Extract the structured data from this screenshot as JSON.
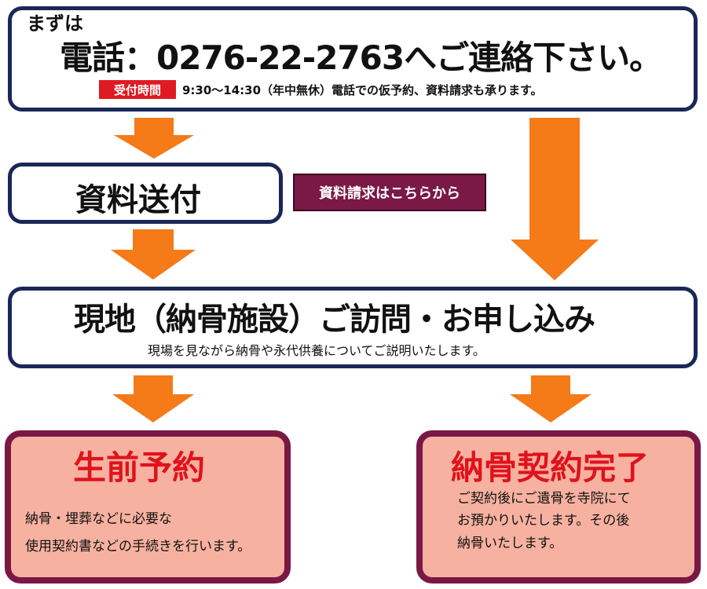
{
  "contact": {
    "lead": "まずは",
    "phone_line": "電話：0276-22-2763へご連絡下さい。",
    "hours_badge": "受付時間",
    "hours_text": "9:30～14:30（年中無休）電話での仮予約、資料請求も承ります。"
  },
  "step_materials": {
    "title": "資料送付",
    "request_button": "資料請求はこちらから"
  },
  "step_visit": {
    "title": "現地（納骨施設）ご訪問・お申し込み",
    "desc": "現場を見ながら納骨や永代供養についてご説明いたします。"
  },
  "outcome_reservation": {
    "title": "生前予約",
    "lines": [
      "納骨・埋葬などに必要な",
      "使用契約書などの手続きを行います。"
    ]
  },
  "outcome_complete": {
    "title": "納骨契約完了",
    "lines": [
      "ご契約後にご遺骨を寺院にて",
      "お預かりいたします。その後",
      "納骨いたします。"
    ]
  },
  "colors": {
    "navy_border": "#1b2757",
    "arrow_orange": "#f57a18",
    "button_maroon": "#7a1846",
    "outcome_fill": "#f7b1a0",
    "outcome_border": "#7a1844",
    "title_red": "#e0121c",
    "badge_red": "#e01a22"
  }
}
